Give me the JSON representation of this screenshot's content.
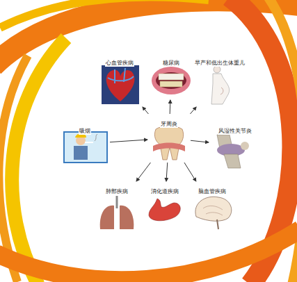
{
  "diagram": {
    "nodes": [
      {
        "text": [
          "心血管疾病"
        ]
      },
      {
        "text": [
          "糖尿病"
        ]
      },
      {
        "text": [
          "早产和低出生体重儿"
        ]
      },
      {
        "text": [
          "吸烟"
        ]
      },
      {
        "text": [
          "牙周炎"
        ]
      },
      {
        "text": [
          "风湿性关节炎"
        ]
      },
      {
        "text": [
          "肺部疾病"
        ]
      },
      {
        "text": [
          "消化道疾病"
        ]
      },
      {
        "text": [
          "脑血管疾病"
        ]
      }
    ],
    "edges": [
      {
        "from": 4,
        "to": 0,
        "arrow": "to"
      },
      {
        "from": 4,
        "to": 1,
        "arrow": "to"
      },
      {
        "from": 4,
        "to": 2,
        "arrow": "to"
      },
      {
        "from": 3,
        "to": 4,
        "arrow": "to"
      },
      {
        "from": 4,
        "to": 5,
        "arrow": "to"
      },
      {
        "from": 4,
        "to": 6,
        "arrow": "to"
      },
      {
        "from": 4,
        "to": 7,
        "arrow": "to"
      },
      {
        "from": 4,
        "to": 8,
        "arrow": "to"
      }
    ]
  }
}
